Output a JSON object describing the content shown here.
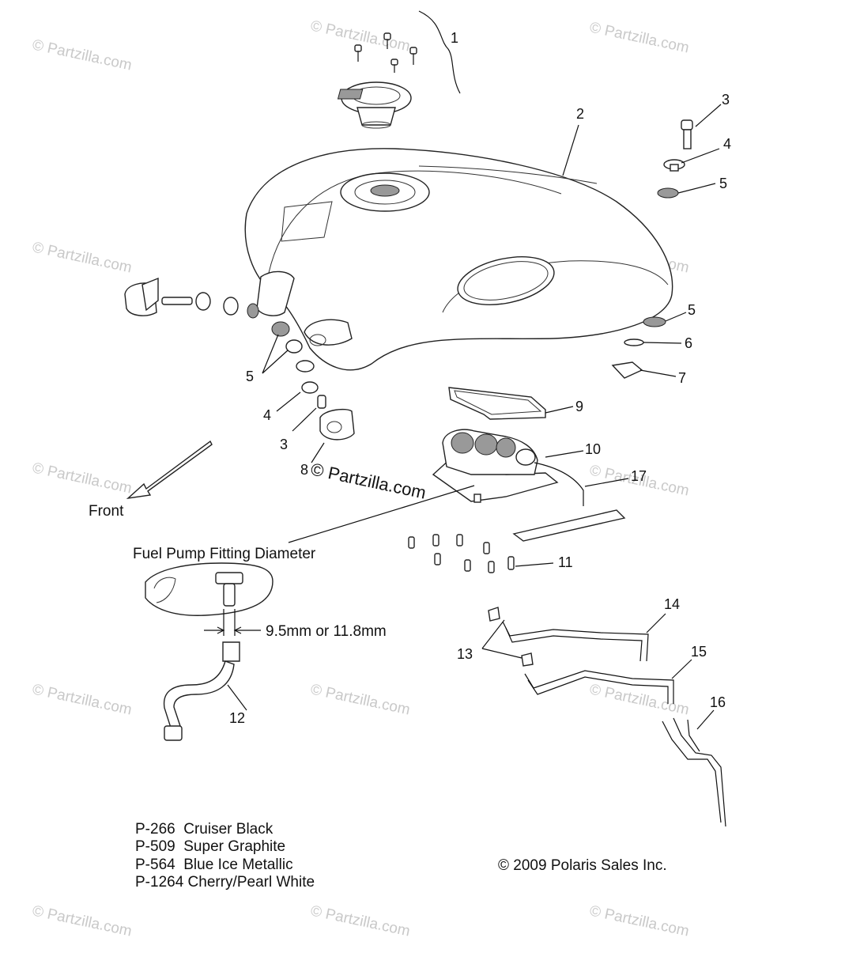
{
  "watermark": "© Partzilla.com",
  "diagram_watermark": "© Partzilla.com",
  "callouts": [
    "1",
    "2",
    "3",
    "4",
    "5",
    "5",
    "6",
    "7",
    "9",
    "10",
    "17",
    "11",
    "5",
    "4",
    "3",
    "8",
    "14",
    "13",
    "15",
    "16",
    "12"
  ],
  "front_label": "Front",
  "fitting_title": "Fuel Pump Fitting Diameter",
  "fitting_dimension": "9.5mm or 11.8mm",
  "color_codes": [
    "P-266  Cruiser Black",
    "P-509  Super Graphite",
    "P-564  Blue Ice Metallic",
    "P-1264 Cherry/Pearl White"
  ],
  "copyright": "© 2009 Polaris Sales Inc."
}
